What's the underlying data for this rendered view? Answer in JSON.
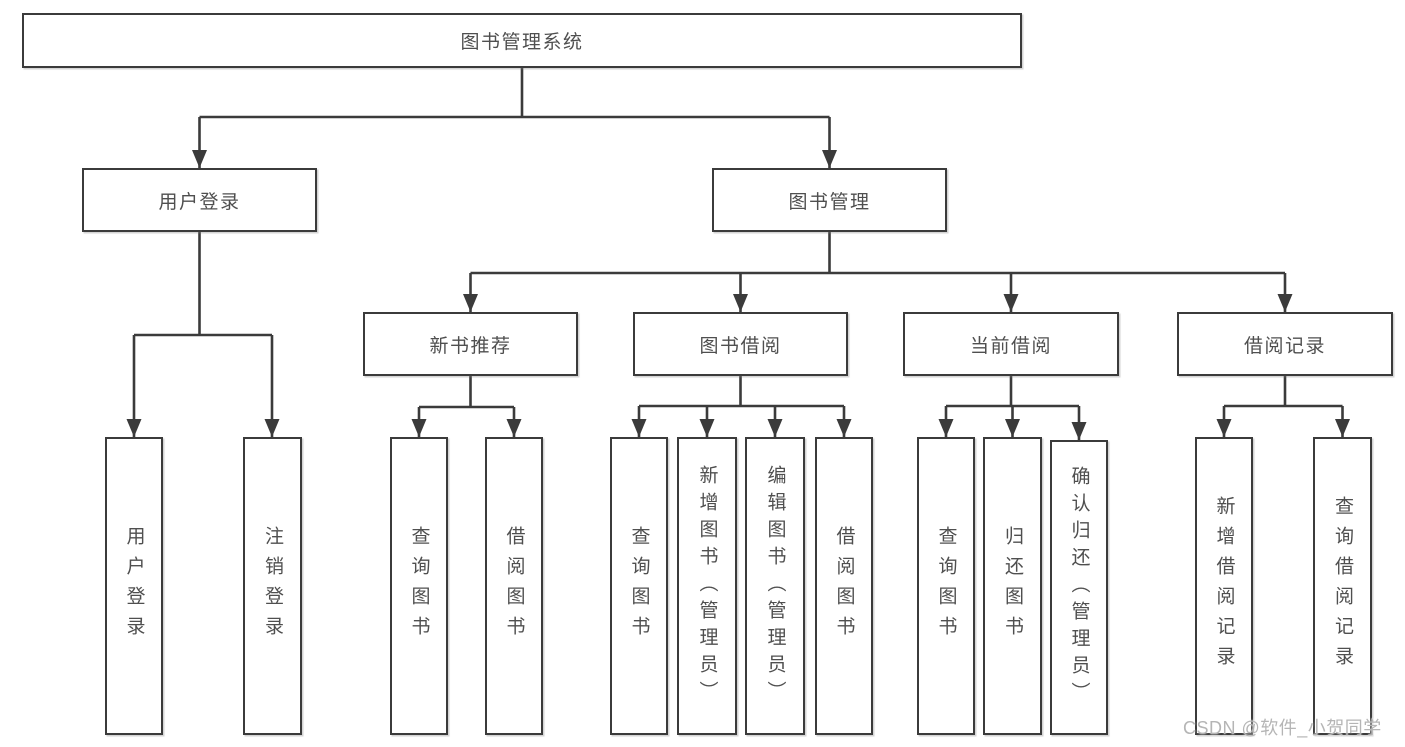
{
  "diagram": {
    "type": "hierarchy-tree",
    "title": "图书管理系统"
  },
  "colors": {
    "line": "#3b3b3b",
    "border": "#3b3b3b",
    "text": "#4f4f4f",
    "background": "#ffffff",
    "watermark": "#b5b5b5"
  },
  "nodes": {
    "root": "图书管理系统",
    "user_login": "用户登录",
    "book_mgmt": "图书管理",
    "new_book_rec": "新书推荐",
    "book_borrow": "图书借阅",
    "current_borrow": "当前借阅",
    "borrow_records": "借阅记录",
    "ul_login": "用户登录",
    "ul_logout": "注销登录",
    "nbr_query": "查询图书",
    "nbr_borrow": "借阅图书",
    "bb_query": "查询图书",
    "bb_add": "新增图书（管理员）",
    "bb_edit": "编辑图书（管理员）",
    "bb_borrow": "借阅图书",
    "cb_query": "查询图书",
    "cb_return": "归还图书",
    "cb_confirm": "确认归还（管理员）",
    "br_add": "新增借阅记录",
    "br_query": "查询借阅记录"
  },
  "edges": [
    [
      "root",
      "user_login"
    ],
    [
      "root",
      "book_mgmt"
    ],
    [
      "user_login",
      "ul_login"
    ],
    [
      "user_login",
      "ul_logout"
    ],
    [
      "book_mgmt",
      "new_book_rec"
    ],
    [
      "book_mgmt",
      "book_borrow"
    ],
    [
      "book_mgmt",
      "current_borrow"
    ],
    [
      "book_mgmt",
      "borrow_records"
    ],
    [
      "new_book_rec",
      "nbr_query"
    ],
    [
      "new_book_rec",
      "nbr_borrow"
    ],
    [
      "book_borrow",
      "bb_query"
    ],
    [
      "book_borrow",
      "bb_add"
    ],
    [
      "book_borrow",
      "bb_edit"
    ],
    [
      "book_borrow",
      "bb_borrow"
    ],
    [
      "current_borrow",
      "cb_query"
    ],
    [
      "current_borrow",
      "cb_return"
    ],
    [
      "current_borrow",
      "cb_confirm"
    ],
    [
      "borrow_records",
      "br_add"
    ],
    [
      "borrow_records",
      "br_query"
    ]
  ],
  "watermark": "CSDN @软件_小贺同学"
}
